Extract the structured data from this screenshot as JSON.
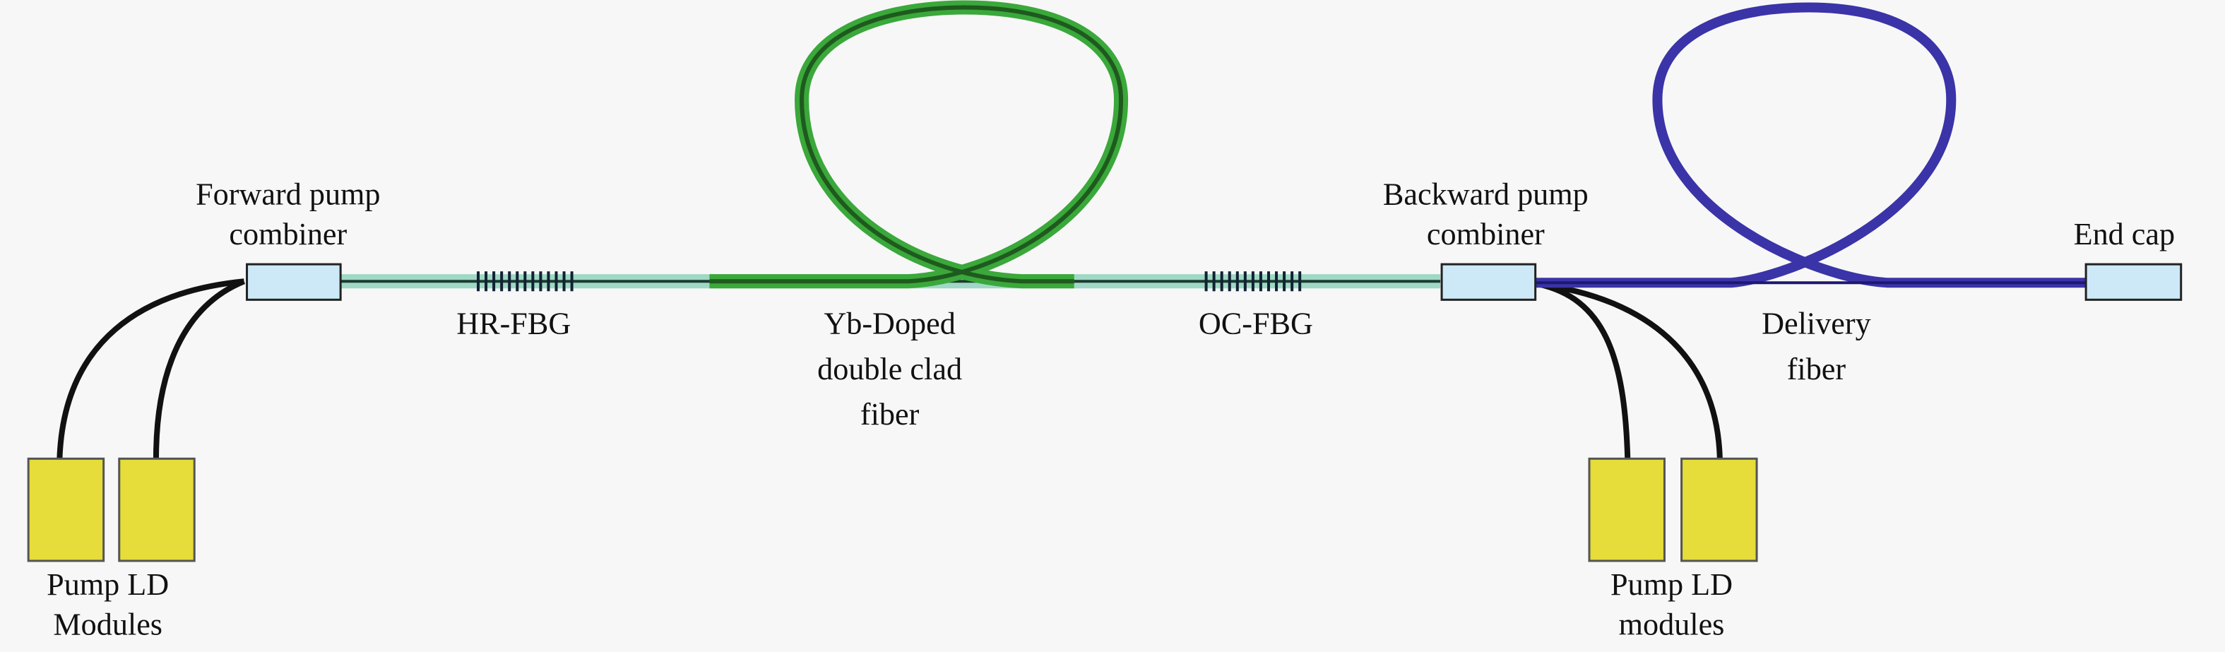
{
  "colors": {
    "background": "#f7f7f7",
    "passive_fiber": "#9fd8c6",
    "doped_fiber": "#3aa83a",
    "delivery_fiber": "#3a34a8",
    "pump_fiber": "#111111",
    "combiner": "#cde9f8",
    "pump_module": "#e6dc3a"
  },
  "labels": {
    "forward_combiner": [
      "Forward pump",
      "combiner"
    ],
    "hr_fbg": "HR-FBG",
    "doped_fiber": [
      "Yb-Doped",
      "double clad",
      "fiber"
    ],
    "oc_fbg": "OC-FBG",
    "backward_combiner": [
      "Backward pump",
      "combiner"
    ],
    "delivery_fiber": [
      "Delivery",
      "fiber"
    ],
    "end_cap": "End cap",
    "pump_left": [
      "Pump LD",
      "Modules"
    ],
    "pump_right": [
      "Pump LD",
      "modules"
    ]
  }
}
